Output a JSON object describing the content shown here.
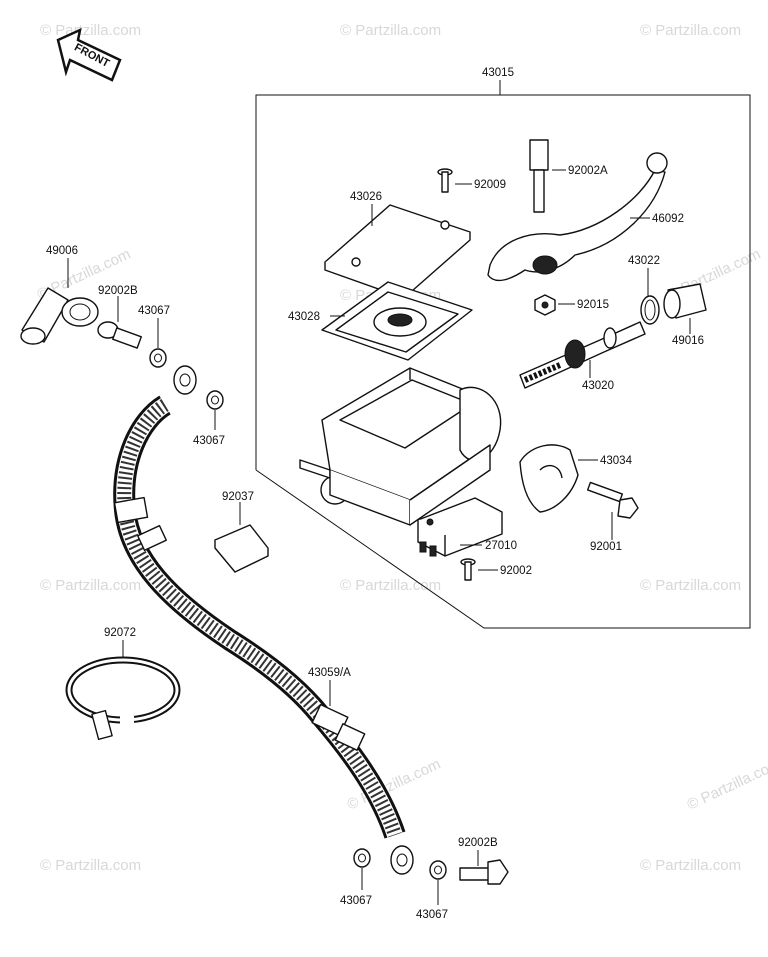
{
  "watermark_text": "© Partzilla.com",
  "front_arrow_label": "FRONT",
  "parts": {
    "p43015": "43015",
    "p43026": "43026",
    "p92009": "92009",
    "p92002A": "92002A",
    "p46092": "46092",
    "p43022": "43022",
    "p49016": "49016",
    "p43028": "43028",
    "p92015": "92015",
    "p43020": "43020",
    "p43034": "43034",
    "p92001": "92001",
    "p27010": "27010",
    "p92002": "92002",
    "p49006": "49006",
    "p92002B_top": "92002B",
    "p43067_a": "43067",
    "p43067_b": "43067",
    "p92037": "92037",
    "p92072": "92072",
    "p43059A": "43059/A",
    "p92002B_bottom": "92002B",
    "p43067_c": "43067",
    "p43067_d": "43067"
  }
}
